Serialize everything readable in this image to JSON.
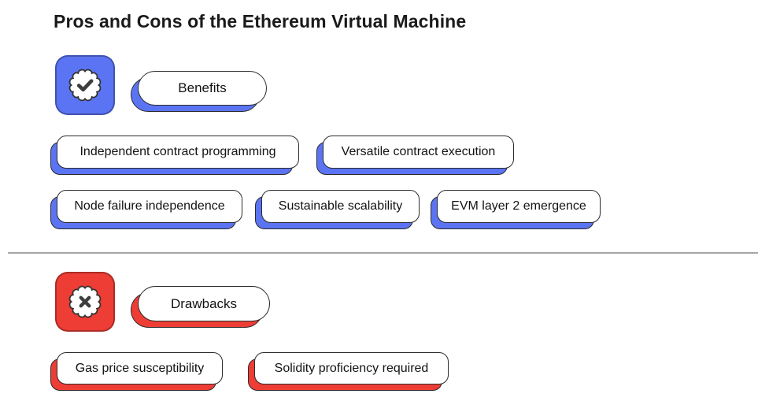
{
  "title": "Pros and Cons of the Ethereum Virtual Machine",
  "colors": {
    "benefits": "#5b74f3",
    "drawbacks": "#ee3d35",
    "outline": "#2b2b2b",
    "divider": "#a6a6a6",
    "text": "#1a1a1a"
  },
  "benefits": {
    "heading": "Benefits",
    "icon": "check-seal-icon",
    "items": [
      "Independent contract programming",
      "Versatile contract execution",
      "Node failure independence",
      "Sustainable scalability",
      "EVM layer 2 emergence"
    ]
  },
  "drawbacks": {
    "heading": "Drawbacks",
    "icon": "cross-seal-icon",
    "items": [
      "Gas price susceptibility",
      "Solidity proficiency required"
    ]
  }
}
